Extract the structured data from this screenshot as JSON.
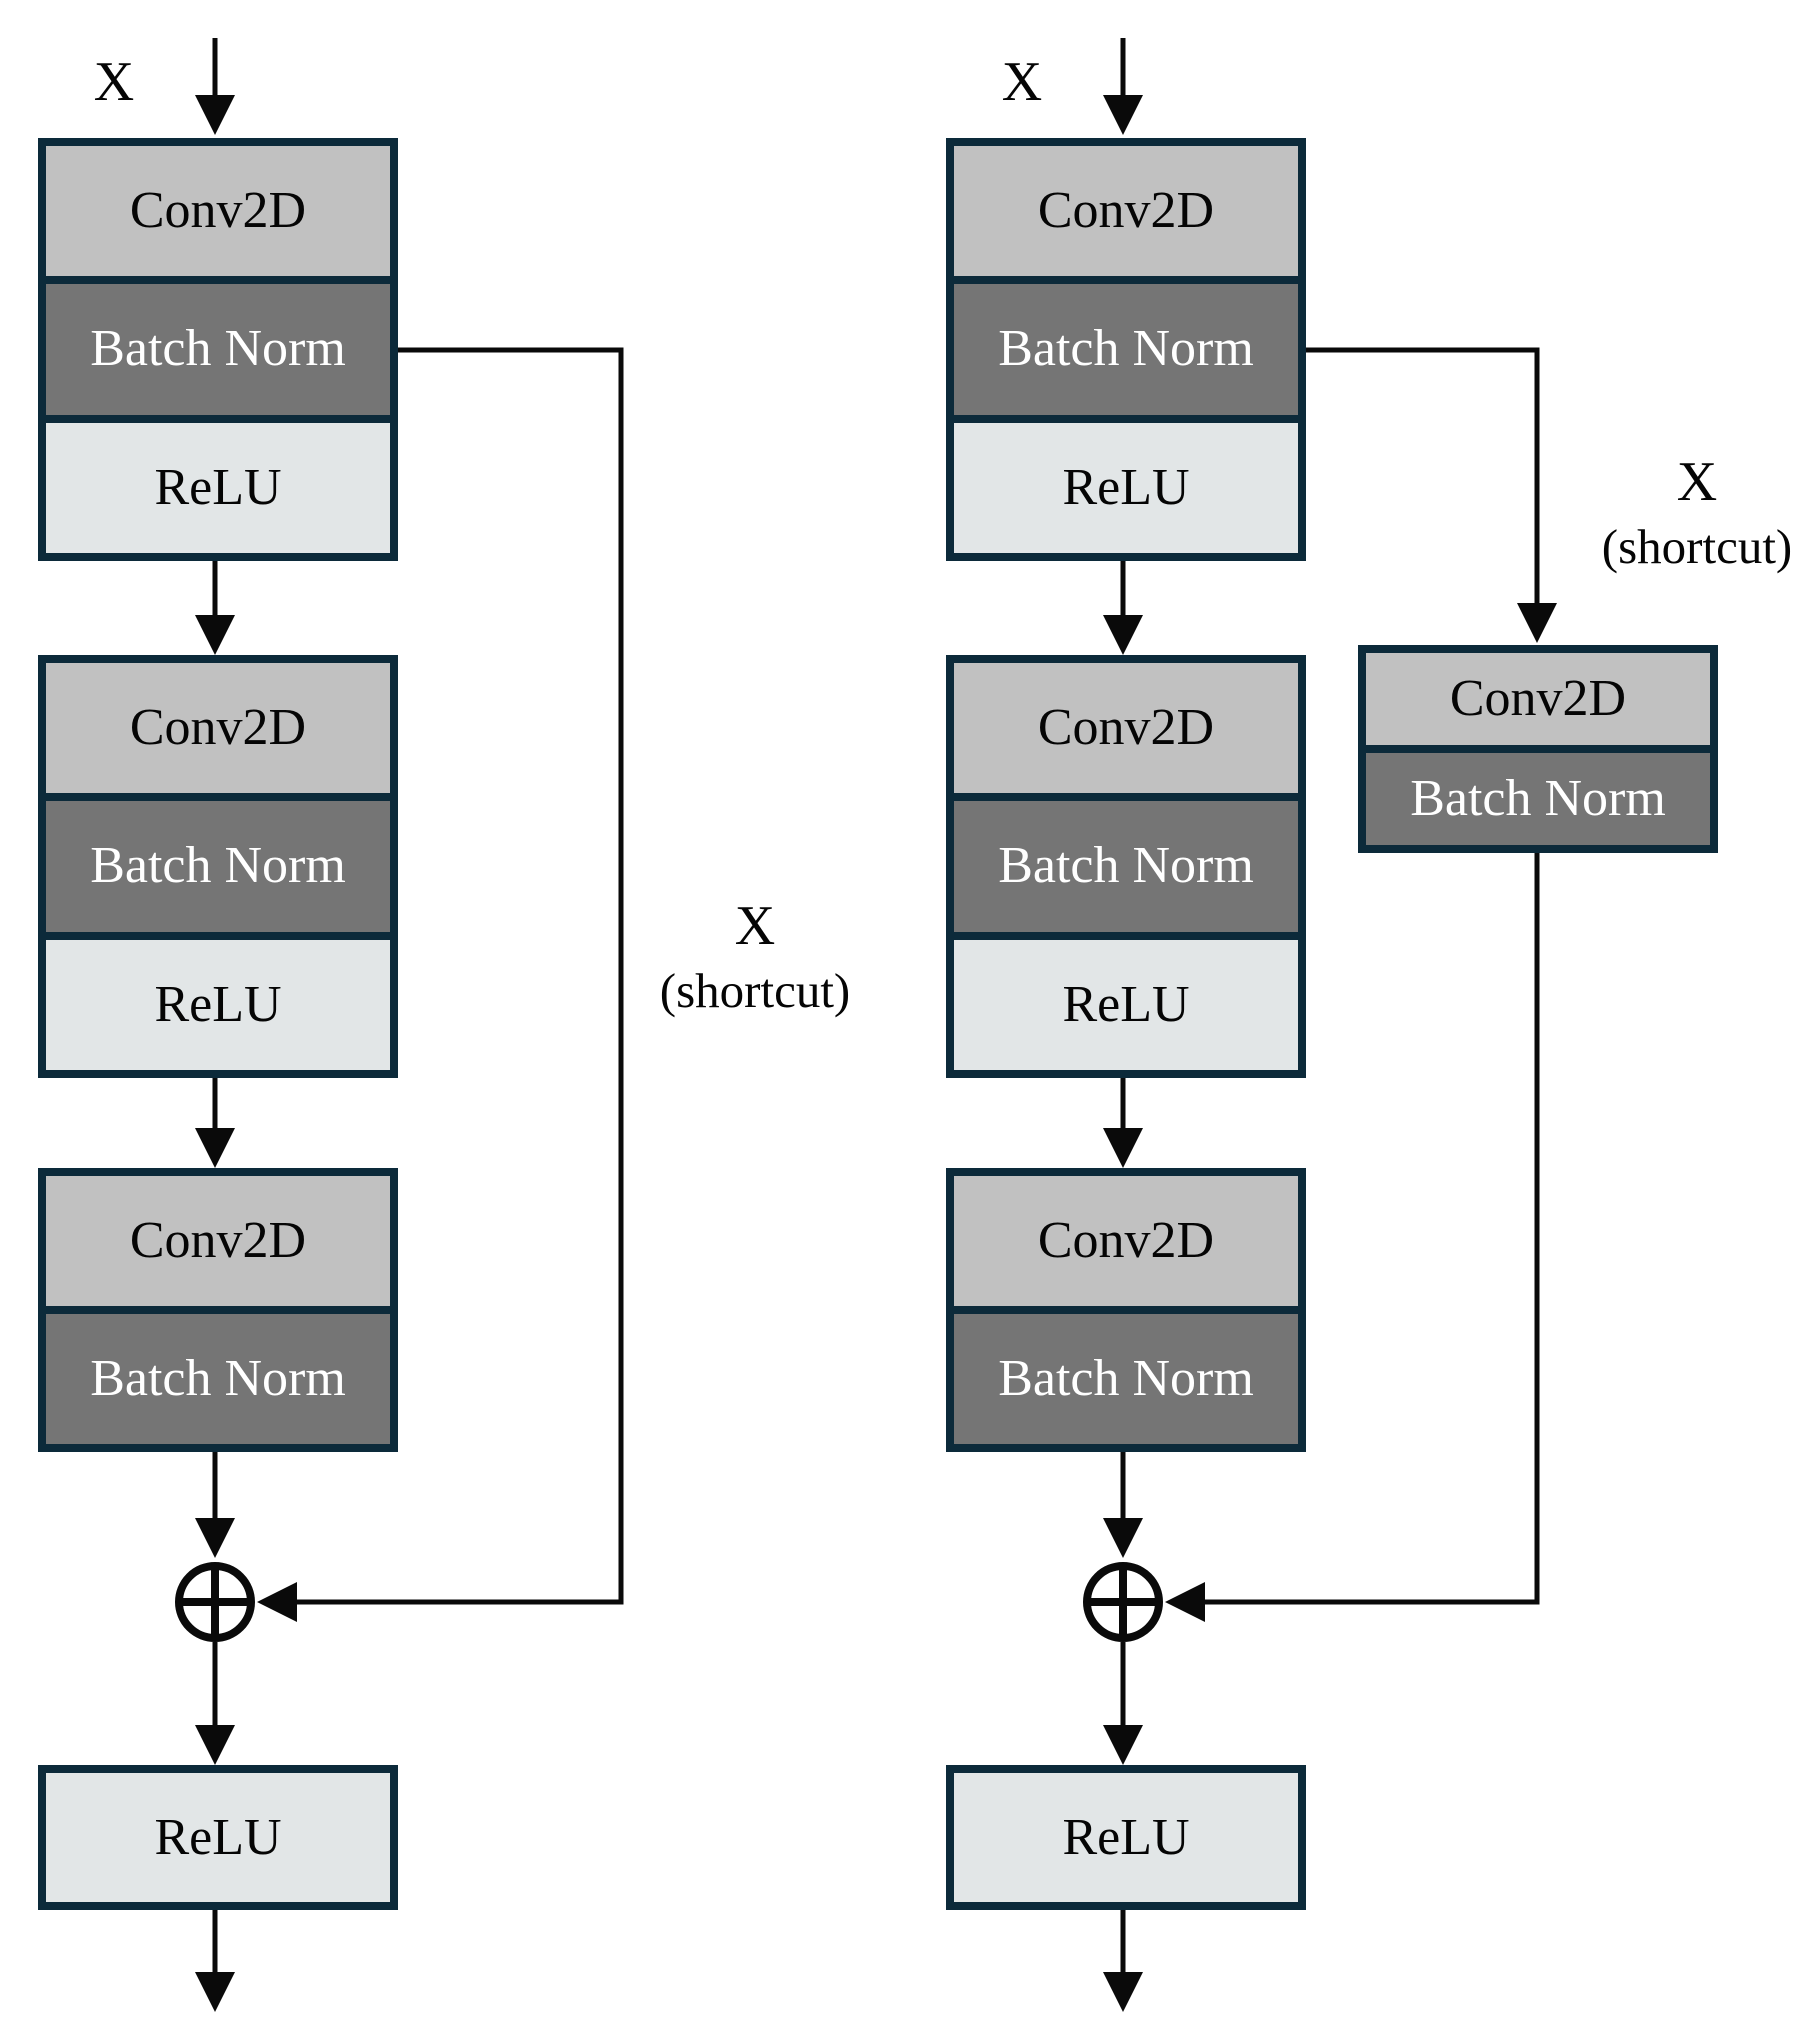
{
  "figure": {
    "left_diagram": {
      "title": "identity-residual-block",
      "input_label": "X",
      "shortcut_label": {
        "line1": "X",
        "line2": "(shortcut)"
      },
      "main_path": [
        {
          "rows": [
            "Conv2D",
            "Batch Norm",
            "ReLU"
          ]
        },
        {
          "rows": [
            "Conv2D",
            "Batch Norm",
            "ReLU"
          ]
        },
        {
          "rows": [
            "Conv2D",
            "Batch Norm"
          ]
        }
      ],
      "output_block": "ReLU"
    },
    "right_diagram": {
      "title": "projection-residual-block",
      "input_label": "X",
      "shortcut_label": {
        "line1": "X",
        "line2": "(shortcut)"
      },
      "main_path": [
        {
          "rows": [
            "Conv2D",
            "Batch Norm",
            "ReLU"
          ]
        },
        {
          "rows": [
            "Conv2D",
            "Batch Norm",
            "ReLU"
          ]
        },
        {
          "rows": [
            "Conv2D",
            "Batch Norm"
          ]
        }
      ],
      "shortcut_path": {
        "rows": [
          "Conv2D",
          "Batch Norm"
        ]
      },
      "output_block": "ReLU"
    },
    "colors": {
      "conv-fill": "#c1c1c1",
      "bn-fill": "#757575",
      "relu-fill": "#e2e6e7",
      "border": "#0c2a3a",
      "line": "#0a0a0a",
      "bn-text": "#ffffff",
      "text": "#050505",
      "bg": "#ffffff"
    }
  }
}
